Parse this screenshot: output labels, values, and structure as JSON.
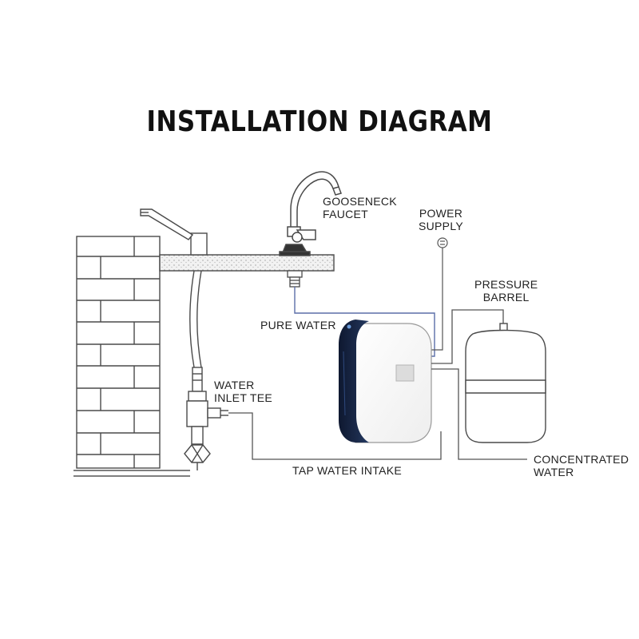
{
  "title": "INSTALLATION DIAGRAM",
  "labels": {
    "gooseneck_faucet": [
      "GOOSENECK",
      "FAUCET"
    ],
    "power_supply": [
      "POWER",
      "SUPPLY"
    ],
    "pressure_barrel": [
      "PRESSURE",
      "BARREL"
    ],
    "pure_water": "PURE WATER",
    "water_inlet_tee": [
      "WATER",
      "INLET TEE"
    ],
    "tap_water_intake": "TAP WATER INTAKE",
    "concentrated_water": [
      "CONCENTRATED",
      "WATER"
    ]
  },
  "colors": {
    "pure_water_line": "#5b6ea8",
    "purifier_front": "#1b2a4a",
    "line": "#444444"
  }
}
